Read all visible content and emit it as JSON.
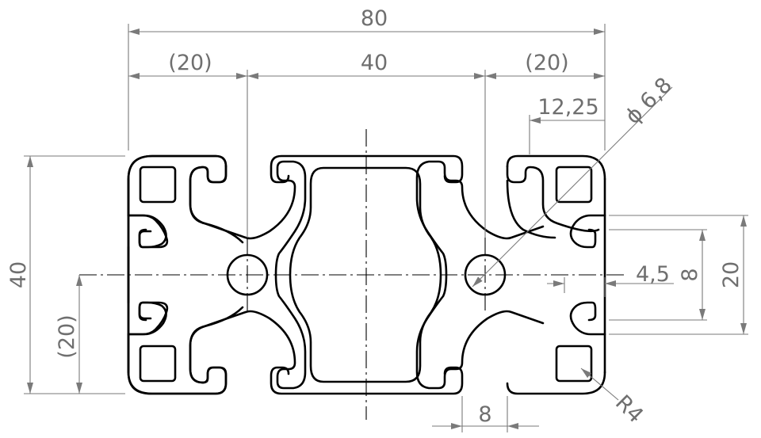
{
  "drawing": {
    "overall_width": "80",
    "left_outer": "(20)",
    "middle_spacing": "40",
    "right_outer": "(20)",
    "slot_offset": "12,25",
    "hole_diameter": "ϕ 6,8",
    "overall_height": "40",
    "half_height": "(20)",
    "slot_depth": "4,5",
    "slot_opening_vertical": "8",
    "core_height": "20",
    "slot_opening_horizontal": "8",
    "corner_radius": "R4"
  },
  "colors": {
    "profile_stroke": "#000000",
    "dimension_stroke": "#7a7a7a",
    "dimension_text": "#6f6f6f"
  }
}
